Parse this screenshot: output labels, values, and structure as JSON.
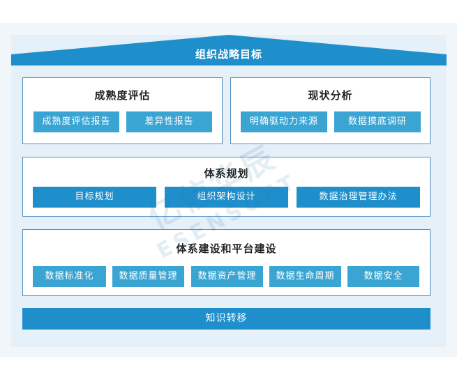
{
  "roof": {
    "title": "组织战略目标"
  },
  "panel_maturity": {
    "title": "成熟度评估",
    "items": [
      "成熟度评估报告",
      "差异性报告"
    ]
  },
  "panel_status": {
    "title": "现状分析",
    "items": [
      "明确驱动力来源",
      "数据摸底调研"
    ]
  },
  "panel_system": {
    "title": "体系规划",
    "items": [
      "目标规划",
      "组织架构设计",
      "数据治理管理办法"
    ]
  },
  "panel_build": {
    "title": "体系建设和平台建设",
    "items": [
      "数据标准化",
      "数据质量管理",
      "数据资产管理",
      "数据生命周期",
      "数据安全"
    ]
  },
  "footer": {
    "label": "知识转移"
  },
  "watermark": {
    "line1": "亿信华辰",
    "line2": "ESENSOFT"
  },
  "colors": {
    "roof": "#1f8fcc",
    "chip_light": "#3aa5d3",
    "chip_dark": "#1f8fcc",
    "panel_border": "#4d8cbf",
    "house_bg": "#e6f0f8"
  }
}
